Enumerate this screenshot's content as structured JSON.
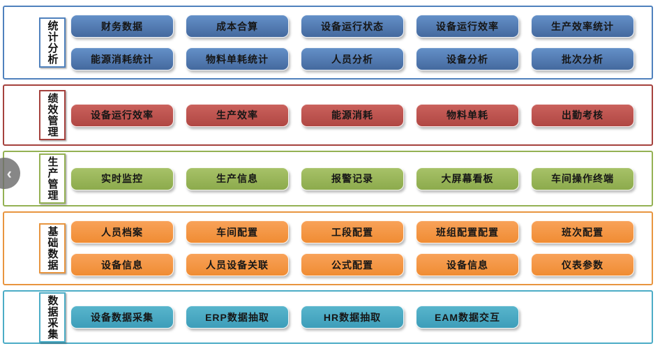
{
  "nav": {
    "prev_icon": "‹"
  },
  "sections": [
    {
      "id": "statistical-analysis",
      "label": "统计分析",
      "colors": {
        "border": "#4f81bd",
        "button_top": "#6490c8",
        "button_bottom": "#44699e"
      },
      "rows": [
        [
          "财务数据",
          "成本合算",
          "设备运行状态",
          "设备运行效率",
          "生产效率统计"
        ],
        [
          "能源消耗统计",
          "物料单耗统计",
          "人员分析",
          "设备分析",
          "批次分析"
        ]
      ]
    },
    {
      "id": "performance-management",
      "label": "绩效管理",
      "colors": {
        "border": "#a5413d",
        "button_top": "#ca615c",
        "button_bottom": "#b04743"
      },
      "rows": [
        [
          "设备运行效率",
          "生产效率",
          "能源消耗",
          "物料单耗",
          "出勤考核"
        ]
      ]
    },
    {
      "id": "production-management",
      "label": "生产管理",
      "colors": {
        "border": "#94b153",
        "button_top": "#a7c268",
        "button_bottom": "#8caa4c"
      },
      "rows": [
        [
          "实时监控",
          "生产信息",
          "报警记录",
          "大屏幕看板",
          "车间操作终端"
        ]
      ]
    },
    {
      "id": "basic-data",
      "label": "基础数据",
      "colors": {
        "border": "#e8953f",
        "button_top": "#f8a259",
        "button_bottom": "#f08c33"
      },
      "rows": [
        [
          "人员档案",
          "车间配置",
          "工段配置",
          "班组配置配置",
          "班次配置"
        ],
        [
          "设备信息",
          "人员设备关联",
          "公式配置",
          "设备信息",
          "仪表参数"
        ]
      ]
    },
    {
      "id": "data-collection",
      "label": "数据采集",
      "colors": {
        "border": "#4bacc6",
        "button_top": "#58b5cc",
        "button_bottom": "#3d9db9"
      },
      "rows": [
        [
          "设备数据采集",
          "ERP数据抽取",
          "HR数据抽取",
          "EAM数据交互"
        ]
      ]
    }
  ]
}
